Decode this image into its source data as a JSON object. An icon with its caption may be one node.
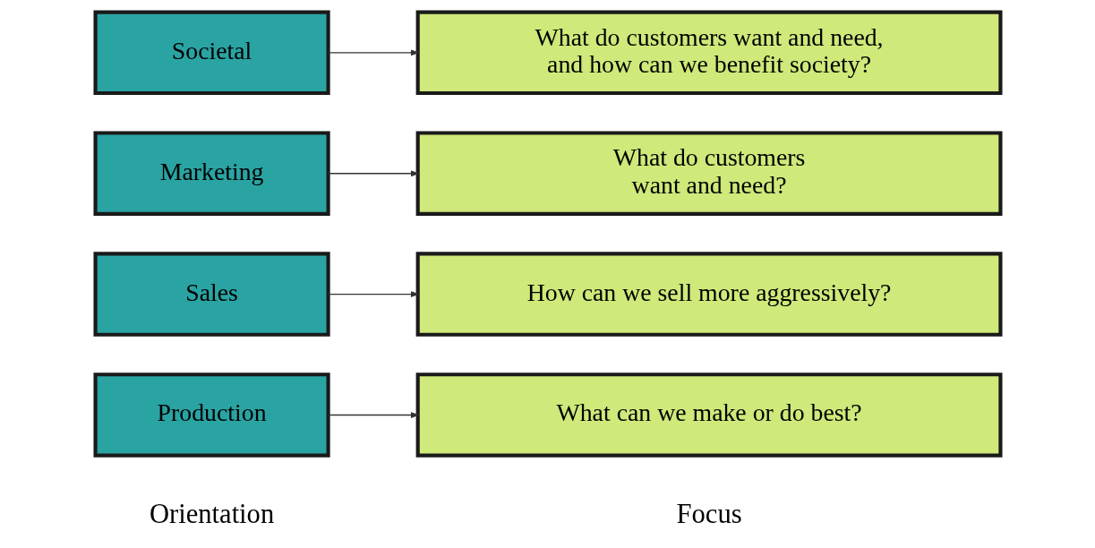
{
  "diagram": {
    "nodes": [
      {
        "text": [
          "Production"
        ]
      },
      {
        "text": [
          "What can we make or do best?"
        ]
      },
      {
        "text": [
          "Sales"
        ]
      },
      {
        "text": [
          "How can we sell more aggressively?"
        ]
      },
      {
        "text": [
          "Marketing"
        ]
      },
      {
        "text": [
          "What do customers want and need?"
        ]
      },
      {
        "text": [
          "Societal"
        ]
      },
      {
        "text": [
          "What do customers want and need, and how can we benefit society?"
        ]
      }
    ],
    "edges": [
      {
        "from": 0,
        "to": 1,
        "arrow": "to"
      },
      {
        "from": 2,
        "to": 3,
        "arrow": "to"
      },
      {
        "from": 4,
        "to": 5,
        "arrow": "to"
      },
      {
        "from": 6,
        "to": 7,
        "arrow": "to"
      }
    ],
    "labels": [
      "Orientation",
      "Focus"
    ]
  }
}
